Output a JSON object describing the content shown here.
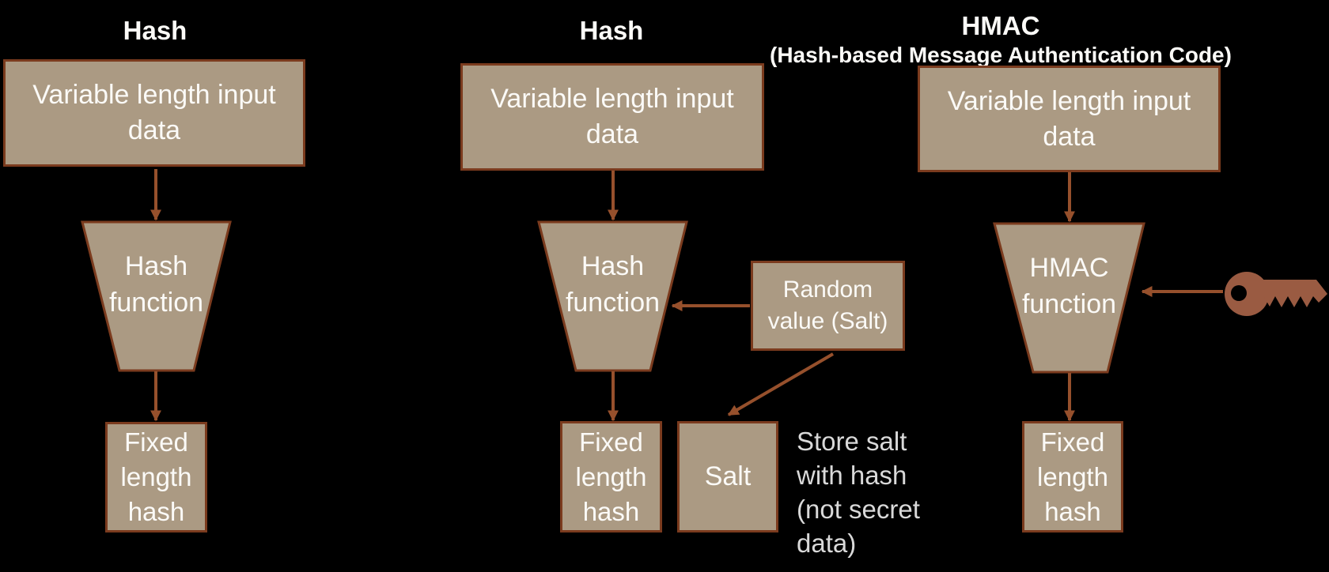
{
  "palette": {
    "background": "#000000",
    "box_fill": "#ab9a83",
    "box_border": "#7b3b1e",
    "arrow": "#96502c",
    "text": "#fbfaf7",
    "note_text": "#d9d9d9",
    "key": "#9a5b42"
  },
  "icons": {
    "key_icon": "key"
  },
  "diagram1": {
    "title": "Hash",
    "input": "Variable length input\ndata",
    "function": "Hash\nfunction",
    "output": "Fixed\nlength\nhash"
  },
  "diagram2": {
    "title": "Hash",
    "input": "Variable length input\ndata",
    "function": "Hash\nfunction",
    "random": "Random\nvalue (Salt)",
    "salt": "Salt",
    "output": "Fixed\nlength\nhash",
    "note": "Store salt\nwith hash\n(not secret\ndata)"
  },
  "diagram3": {
    "title": "HMAC\n(Hash-based Message Authentication Code)",
    "input": "Variable length input\ndata",
    "function": "HMAC\nfunction",
    "output": "Fixed\nlength\nhash"
  }
}
